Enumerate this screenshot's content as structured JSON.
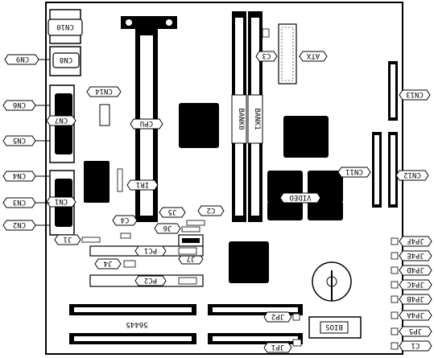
{
  "diagram": {
    "connectors": {
      "cn10": "CN10",
      "cn9": "CN9",
      "cn8": "CN8",
      "cn6": "CN6",
      "cn7": "CN7",
      "cn5": "CN5",
      "cn4": "CN4",
      "cn3": "CN3",
      "cn1": "CN1",
      "cn2": "CN2",
      "cn14": "CN14",
      "cn13": "CN13",
      "cn12": "CN12",
      "cn11": "CN11"
    },
    "jumpers": {
      "jp1": "JP1",
      "jp2": "JP2",
      "jp4f": "JP4F",
      "jp4e": "JP4E",
      "jp4d": "JP4D",
      "jp4c": "JP4C",
      "jp4b": "JP4B",
      "jp4a": "JP4A",
      "jp5": "JP5",
      "j1": "J1",
      "j4": "J4",
      "j5": "J5",
      "j6": "J6",
      "j7": "J7"
    },
    "components": {
      "cpu": "CPU",
      "ir1": "IR1",
      "c1": "C1",
      "c2": "C2",
      "c3": "C3",
      "c4": "C4",
      "atx": "ATX",
      "video": "VIDEO",
      "bios": "BIOS",
      "bank0": "BANK0",
      "bank1": "BANK1",
      "pc1": "PC1",
      "pc2": "PC2",
      "silk_code": "56445"
    }
  }
}
